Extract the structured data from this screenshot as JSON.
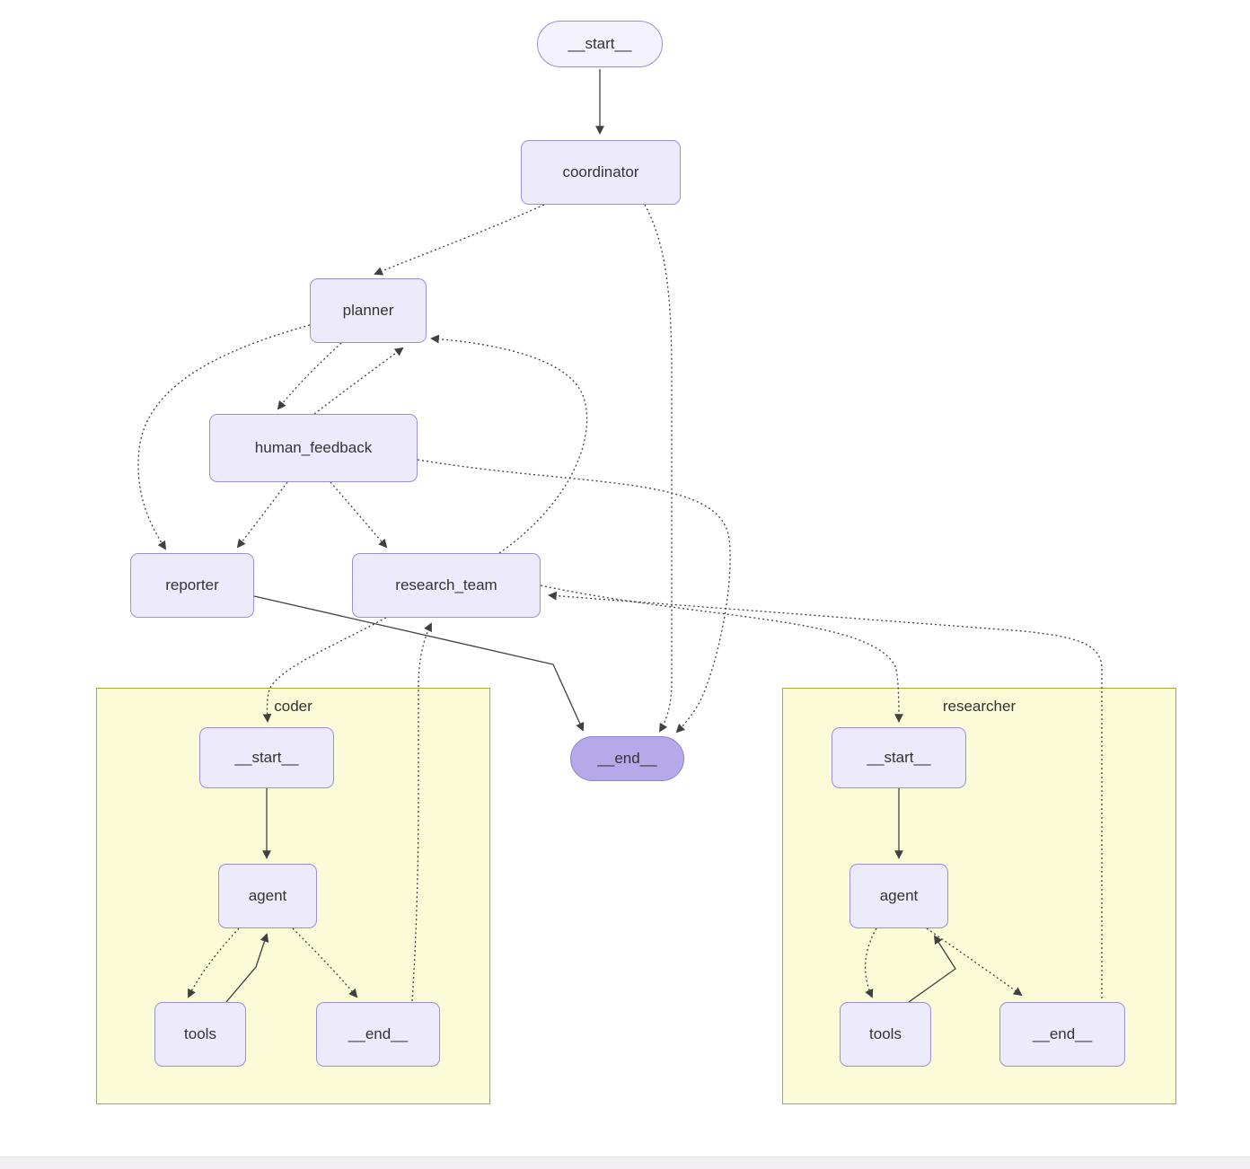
{
  "graph": {
    "nodes": {
      "start": {
        "label": "__start__"
      },
      "coordinator": {
        "label": "coordinator"
      },
      "planner": {
        "label": "planner"
      },
      "human_feedback": {
        "label": "human_feedback"
      },
      "reporter": {
        "label": "reporter"
      },
      "research_team": {
        "label": "research_team"
      },
      "end": {
        "label": "__end__"
      }
    },
    "subgraphs": {
      "coder": {
        "title": "coder",
        "nodes": {
          "start": {
            "label": "__start__"
          },
          "agent": {
            "label": "agent"
          },
          "tools": {
            "label": "tools"
          },
          "end": {
            "label": "__end__"
          }
        }
      },
      "researcher": {
        "title": "researcher",
        "nodes": {
          "start": {
            "label": "__start__"
          },
          "agent": {
            "label": "agent"
          },
          "tools": {
            "label": "tools"
          },
          "end": {
            "label": "__end__"
          }
        }
      }
    },
    "edges": [
      {
        "from": "__start__",
        "to": "coordinator",
        "style": "solid"
      },
      {
        "from": "coordinator",
        "to": "planner",
        "style": "dotted"
      },
      {
        "from": "coordinator",
        "to": "__end__",
        "style": "dotted"
      },
      {
        "from": "planner",
        "to": "human_feedback",
        "style": "dotted"
      },
      {
        "from": "human_feedback",
        "to": "planner",
        "style": "dotted"
      },
      {
        "from": "planner",
        "to": "reporter",
        "style": "dotted"
      },
      {
        "from": "human_feedback",
        "to": "reporter",
        "style": "dotted"
      },
      {
        "from": "human_feedback",
        "to": "research_team",
        "style": "dotted"
      },
      {
        "from": "human_feedback",
        "to": "__end__",
        "style": "dotted"
      },
      {
        "from": "research_team",
        "to": "planner",
        "style": "dotted"
      },
      {
        "from": "reporter",
        "to": "__end__",
        "style": "solid"
      },
      {
        "from": "research_team",
        "to": "coder.__start__",
        "style": "dotted"
      },
      {
        "from": "coder.__end__",
        "to": "research_team",
        "style": "dotted"
      },
      {
        "from": "research_team",
        "to": "researcher.__start__",
        "style": "dotted"
      },
      {
        "from": "researcher.__end__",
        "to": "research_team",
        "style": "dotted"
      },
      {
        "from": "coder.__start__",
        "to": "coder.agent",
        "style": "solid"
      },
      {
        "from": "coder.agent",
        "to": "coder.tools",
        "style": "dotted"
      },
      {
        "from": "coder.tools",
        "to": "coder.agent",
        "style": "solid"
      },
      {
        "from": "coder.agent",
        "to": "coder.__end__",
        "style": "dotted"
      },
      {
        "from": "researcher.__start__",
        "to": "researcher.agent",
        "style": "solid"
      },
      {
        "from": "researcher.agent",
        "to": "researcher.tools",
        "style": "dotted"
      },
      {
        "from": "researcher.tools",
        "to": "researcher.agent",
        "style": "solid"
      },
      {
        "from": "researcher.agent",
        "to": "researcher.__end__",
        "style": "dotted"
      }
    ],
    "colors": {
      "node_fill": "#EDEBFB",
      "node_border": "#9C8FD6",
      "end_fill": "#B6A9EA",
      "cluster_fill": "#FBFBD7",
      "cluster_border": "#A9A939",
      "edge": "#404040",
      "text": "#333333"
    }
  }
}
